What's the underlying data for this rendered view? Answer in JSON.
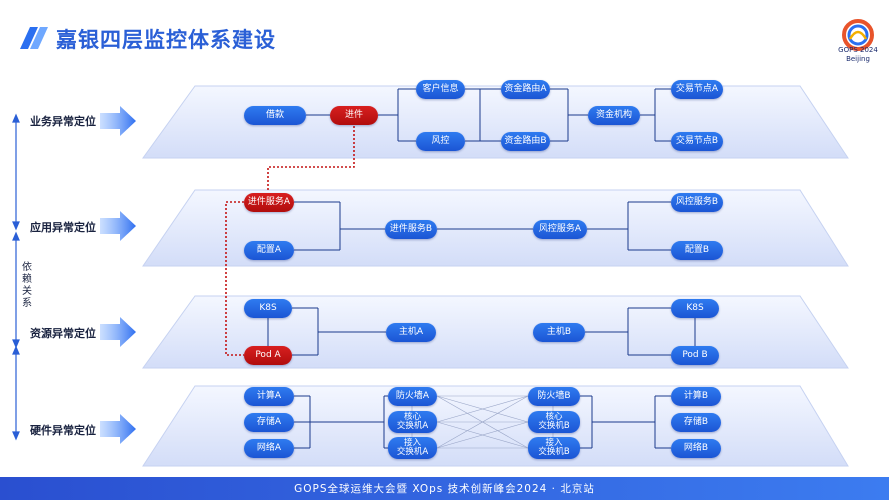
{
  "header": {
    "title": "嘉银四层监控体系建设"
  },
  "brand": {
    "gops_line1": "GOPS 2024",
    "gops_line2": "Beijing"
  },
  "side": {
    "layers": [
      "业务异常定位",
      "应用异常定位",
      "资源异常定位",
      "硬件异常定位"
    ],
    "dependency_label": "依赖关系"
  },
  "colors": {
    "accent": "#2a5fd6",
    "node_blue": "#1f5fe0",
    "node_red": "#c41414",
    "highlight_path": "#c41414"
  },
  "layers": {
    "business": {
      "nodes": {
        "jiekuan": "借款",
        "jinjian": "进件",
        "kehu": "客户信息",
        "fengkong": "风控",
        "zijin_a": "资金路由A",
        "zijin_b": "资金路由B",
        "zijinjigou": "资金机构",
        "jiaoyi_a": "交易节点A",
        "jiaoyi_b": "交易节点B"
      }
    },
    "application": {
      "nodes": {
        "jinjian_a": "进件服务A",
        "peizhi_a": "配置A",
        "jinjian_b": "进件服务B",
        "fengkong_a": "风控服务A",
        "fengkong_b": "风控服务B",
        "peizhi_b": "配置B"
      }
    },
    "resource": {
      "nodes": {
        "k8s_left": "K8S",
        "pod_a": "Pod A",
        "host_a": "主机A",
        "host_b": "主机B",
        "k8s_right": "K8S",
        "pod_b": "Pod B"
      }
    },
    "hardware": {
      "nodes": {
        "compute_a": "计算A",
        "storage_a": "存储A",
        "network_a": "网络A",
        "firewall_a": "防火墙A",
        "core_a": "核心\n交换机A",
        "access_a": "接入\n交换机A",
        "firewall_b": "防火墙B",
        "core_b": "核心\n交换机B",
        "access_b": "接入\n交换机B",
        "compute_b": "计算B",
        "storage_b": "存储B",
        "network_b": "网络B"
      }
    }
  },
  "footer": {
    "text": "GOPS全球运维大会暨 XOps 技术创新峰会2024 · 北京站"
  }
}
